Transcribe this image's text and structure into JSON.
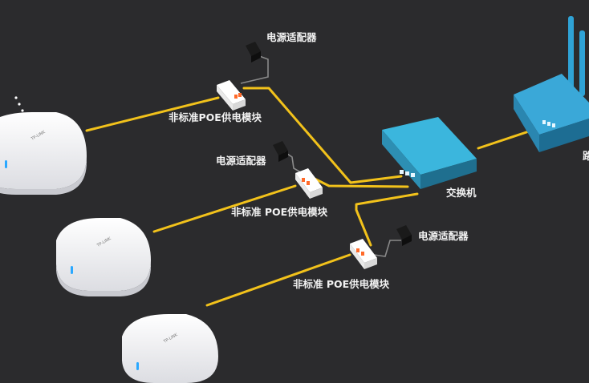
{
  "labels": {
    "adapter_1": "电源适配器",
    "poe_1": "非标准POE供电模块",
    "adapter_2": "电源适配器",
    "poe_2": "非标准 POE供电模块",
    "adapter_3": "电源适配器",
    "poe_3": "非标准 POE供电模块",
    "switch": "交换机",
    "router_partial": "路"
  },
  "ap_logo_text": "TP-LINK",
  "colors": {
    "background": "#2b2b2d",
    "cable": "#f2c21b",
    "switch": "#3bb6dd",
    "router": "#3aa8d8",
    "ap_body": "#f4f4f6",
    "ap_led": "#2aa8ff",
    "poe_module": "#ffffff",
    "poe_port": "#ff6a2a",
    "adapter": "#1a1a1a",
    "adapter_wire": "#8a8a8a",
    "label": "#f2f2f2"
  }
}
